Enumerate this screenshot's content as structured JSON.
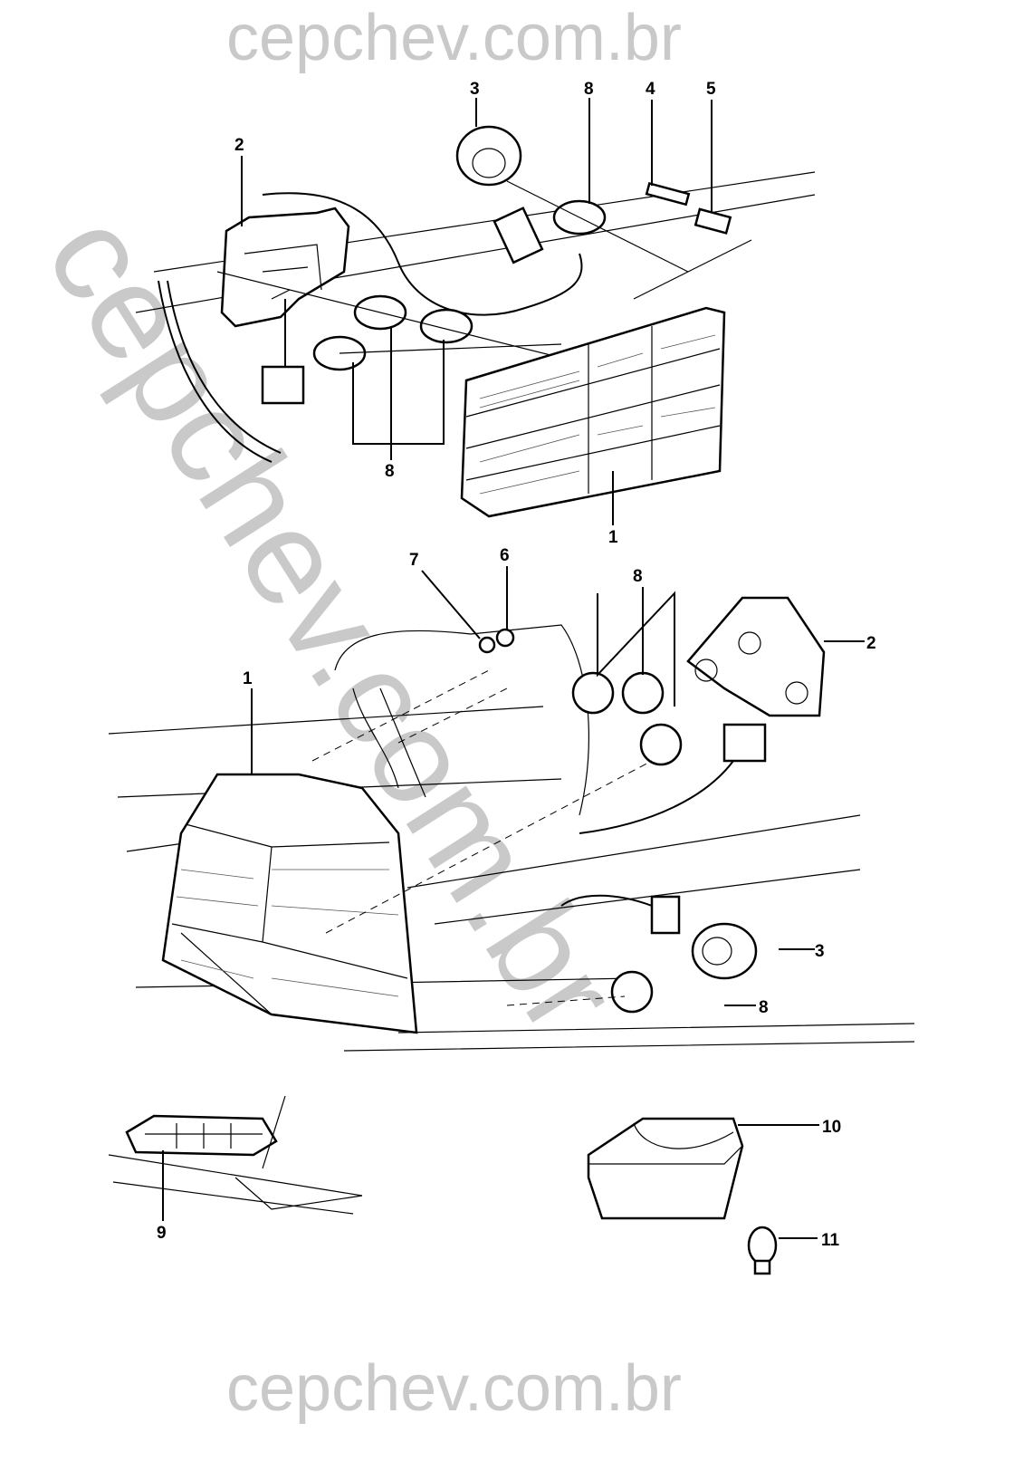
{
  "watermark": {
    "top": "cepchev.com.br",
    "diagonal": "cepchev.com.br",
    "bottom": "cepchev.com.br"
  },
  "callouts": {
    "top": {
      "lamp_assembly": "1",
      "bulb_holder_plate": "2",
      "socket": "3",
      "screw": "4",
      "spacer": "5",
      "bulb_upper": "8",
      "bulbs_group": "8"
    },
    "middle": {
      "lamp_assembly": "1",
      "bulb_holder_plate": "2",
      "socket": "3",
      "nut": "6",
      "washer": "7",
      "bulbs_group": "8",
      "bulb_lower": "8"
    },
    "bottom": {
      "third_brake_light": "9",
      "license_plate_light": "10",
      "license_bulb": "11"
    }
  }
}
